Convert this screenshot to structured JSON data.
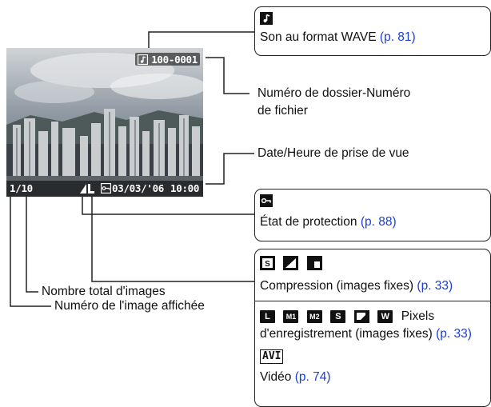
{
  "screen": {
    "folder_file": "100-0001",
    "image_counter": "1/10",
    "date": "03/03/'06",
    "time": "10:00"
  },
  "callouts": {
    "sound": {
      "text": "Son au format WAVE",
      "ref": "(p. 81)",
      "icon": "sound-memo-icon"
    },
    "folder": {
      "line1": "Numéro de dossier-Numéro",
      "line2": "de fichier"
    },
    "datetime": {
      "text": "Date/Heure de prise de vue"
    },
    "protection": {
      "text": "État de protection",
      "ref": "(p. 88)",
      "icon": "protect-key-icon"
    },
    "compression": {
      "text": "Compression (images fixes)",
      "ref": "(p. 33)",
      "icons": [
        "superfine-icon",
        "fine-icon",
        "normal-icon"
      ]
    },
    "pixels": {
      "line1": "Pixels",
      "line2": "d'enregistrement (images fixes)",
      "ref": "(p. 33)",
      "icons": [
        "L",
        "M1",
        "M2",
        "S",
        "postcard",
        "W"
      ]
    },
    "video": {
      "badge": "AVI",
      "text": "Vidéo",
      "ref": "(p. 74)"
    },
    "total_images": {
      "text": "Nombre total d'images"
    },
    "displayed_image": {
      "text": "Numéro de l'image affichée"
    }
  },
  "colors": {
    "reference_link": "#1a3fd6",
    "outline": "#222222"
  }
}
